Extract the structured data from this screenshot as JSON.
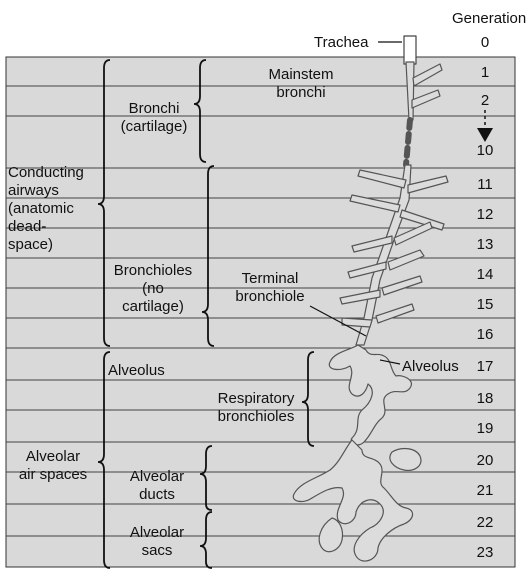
{
  "header": {
    "generation_label": "Generation"
  },
  "generations": [
    "0",
    "1",
    "2",
    "10",
    "11",
    "12",
    "13",
    "14",
    "15",
    "16",
    "17",
    "18",
    "19",
    "20",
    "21",
    "22",
    "23"
  ],
  "zones": {
    "conducting_airways": [
      "Conducting",
      "airways",
      "(anatomic",
      "dead-",
      "space)"
    ],
    "alveolar_air_spaces": [
      "Alveolar",
      "air spaces"
    ]
  },
  "segments": {
    "bronchi": [
      "Bronchi",
      "(cartilage)"
    ],
    "bronchioles": [
      "Bronchioles",
      "(no",
      "cartilage)"
    ],
    "alveolus": [
      "Alveolus"
    ],
    "alveolar_ducts": [
      "Alveolar",
      "ducts"
    ],
    "alveolar_sacs": [
      "Alveolar",
      "sacs"
    ]
  },
  "structures": {
    "trachea": "Trachea",
    "mainstem_bronchi": [
      "Mainstem",
      "bronchi"
    ],
    "terminal_bronchiole": [
      "Terminal",
      "bronchiole"
    ],
    "respiratory_bronchioles": [
      "Respiratory",
      "bronchioles"
    ],
    "alveolus_pointer": "Alveolus"
  },
  "colors": {
    "band": "#d9d9d9",
    "airway": "#dcdcdc",
    "line": "#222222"
  }
}
